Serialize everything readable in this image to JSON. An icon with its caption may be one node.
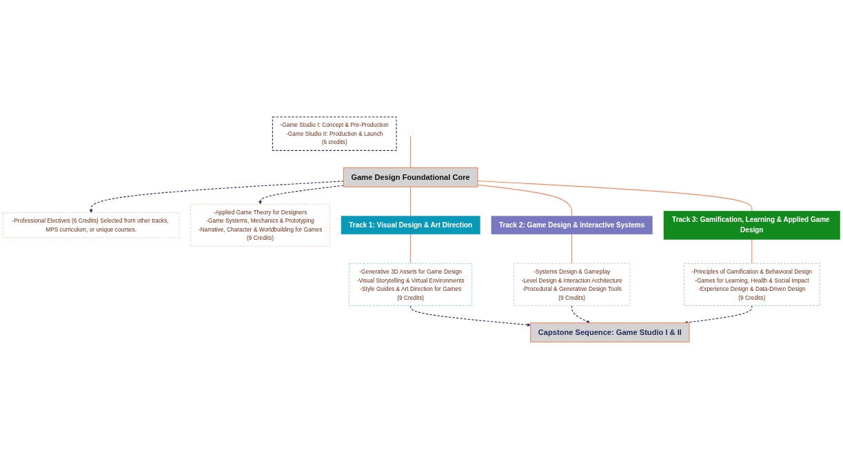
{
  "diagram": {
    "nodes": [
      {
        "text": [
          "-Professional Electives (6 Credits) Selected from other tracks, MPS curriculum, or unique courses."
        ]
      },
      {
        "text": [
          "Game Design Foundational Core"
        ]
      },
      {
        "text": [
          "-Applied Game Theory for Designers",
          "-Game Systems, Mechanics & Prototyping",
          "-Narrative, Character & Worldbuilding for Games",
          "(9 Credits)"
        ]
      },
      {
        "text": [
          "Track 1: Visual Design & Art Direction"
        ]
      },
      {
        "text": [
          "Track 2: Game Design & Interactive Systems"
        ]
      },
      {
        "text": [
          "Track 3: Gamification, Learning & Applied Game Design"
        ]
      },
      {
        "text": [
          "-Generative 3D Assets for Game Design",
          "-Visual Storytelling & Virtual Environments",
          "-Style Guides & Art Direction for Games",
          "(9 Credits)"
        ]
      },
      {
        "text": [
          "-Systems Design & Gameplay",
          "-Level Design & Interaction Architecture",
          "-Procedural & Generative Design Tools",
          "(9 Credits)"
        ]
      },
      {
        "text": [
          "-Principles of Gamification & Behavioral Design",
          "-Games for Learning, Health & Social Impact",
          "-Experience Design & Data-Driven Design",
          "(9 Credits)"
        ]
      },
      {
        "text": [
          "Capstone Sequence: Game Studio I & II"
        ]
      },
      {
        "text": [
          "-Game Studio I: Concept & Pre-Production",
          "-Game Studio II: Production & Launch",
          "(6 credits)"
        ]
      }
    ],
    "edges": [
      {
        "from": null,
        "to": 1,
        "arrow": "none"
      },
      {
        "from": 1,
        "to": 0,
        "arrow": "to",
        "style": "dashed",
        "color": "#1f2a5c"
      },
      {
        "from": 1,
        "to": 2,
        "arrow": "to",
        "style": "dashed",
        "color": "#1f2a5c"
      },
      {
        "from": 1,
        "to": 3,
        "arrow": "none"
      },
      {
        "from": 1,
        "to": 4,
        "arrow": "none"
      },
      {
        "from": 1,
        "to": 5,
        "arrow": "none"
      },
      {
        "from": 3,
        "to": 6,
        "arrow": "none"
      },
      {
        "from": 4,
        "to": 7,
        "arrow": "none"
      },
      {
        "from": 5,
        "to": 8,
        "arrow": "none"
      },
      {
        "from": 6,
        "to": 9,
        "arrow": "to",
        "style": "dashed",
        "color": "#1f2a5c"
      },
      {
        "from": 7,
        "to": 9,
        "arrow": "to",
        "style": "dashed",
        "color": "#1f2a5c"
      },
      {
        "from": 8,
        "to": 9,
        "arrow": "to",
        "style": "dashed",
        "color": "#1f2a5c"
      }
    ]
  }
}
